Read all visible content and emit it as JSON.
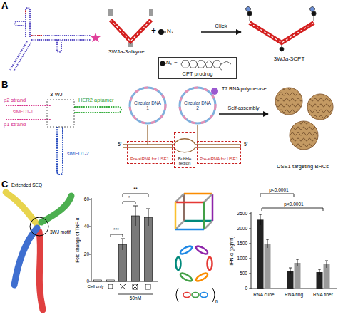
{
  "diagram": {
    "nodes": [
      {
        "text": [
          "3WJa-3alkyne"
        ]
      },
      {
        "text": [
          "3WJa-3CPT"
        ]
      },
      {
        "text": [
          "CPT prodrug"
        ]
      },
      {
        "text": [
          "Circular DNA 1"
        ]
      },
      {
        "text": [
          "Circular DNA 2"
        ]
      },
      {
        "text": [
          "Pre-siRNA for USE1"
        ]
      },
      {
        "text": [
          "Bubble region"
        ]
      },
      {
        "text": [
          "Pre-siRNA for USE1"
        ]
      },
      {
        "text": [
          "USE1-targeting BRCs"
        ]
      }
    ],
    "edges": [
      {
        "from": 0,
        "to": 1,
        "label": "Click",
        "arrow": "to"
      },
      {
        "from": 4,
        "to": 8,
        "label": "Self-assembly",
        "arrow": "to"
      }
    ],
    "labels": [
      "A",
      "+",
      "N₃",
      "N₃",
      "=",
      "B",
      "p2 strand",
      "p1 strand",
      "siMED1-1",
      "3-WJ",
      "HER2 aptamer",
      "siMED1-2",
      "T7 RNA polymerase",
      "5'",
      "5'",
      "C",
      "Extended SEQ",
      "3WJ motif",
      "Fold change of TNF-α",
      "0",
      "20",
      "40",
      "60",
      "***",
      "*",
      "**",
      "Cell only",
      "50nM",
      "n",
      "IFN-α (pg/ml)",
      "0",
      "500",
      "1000",
      "1500",
      "2000",
      "2500",
      "p<0.0001",
      "p<0.0001",
      "RNA cube",
      "RNA ring",
      "RNA fiber"
    ]
  }
}
